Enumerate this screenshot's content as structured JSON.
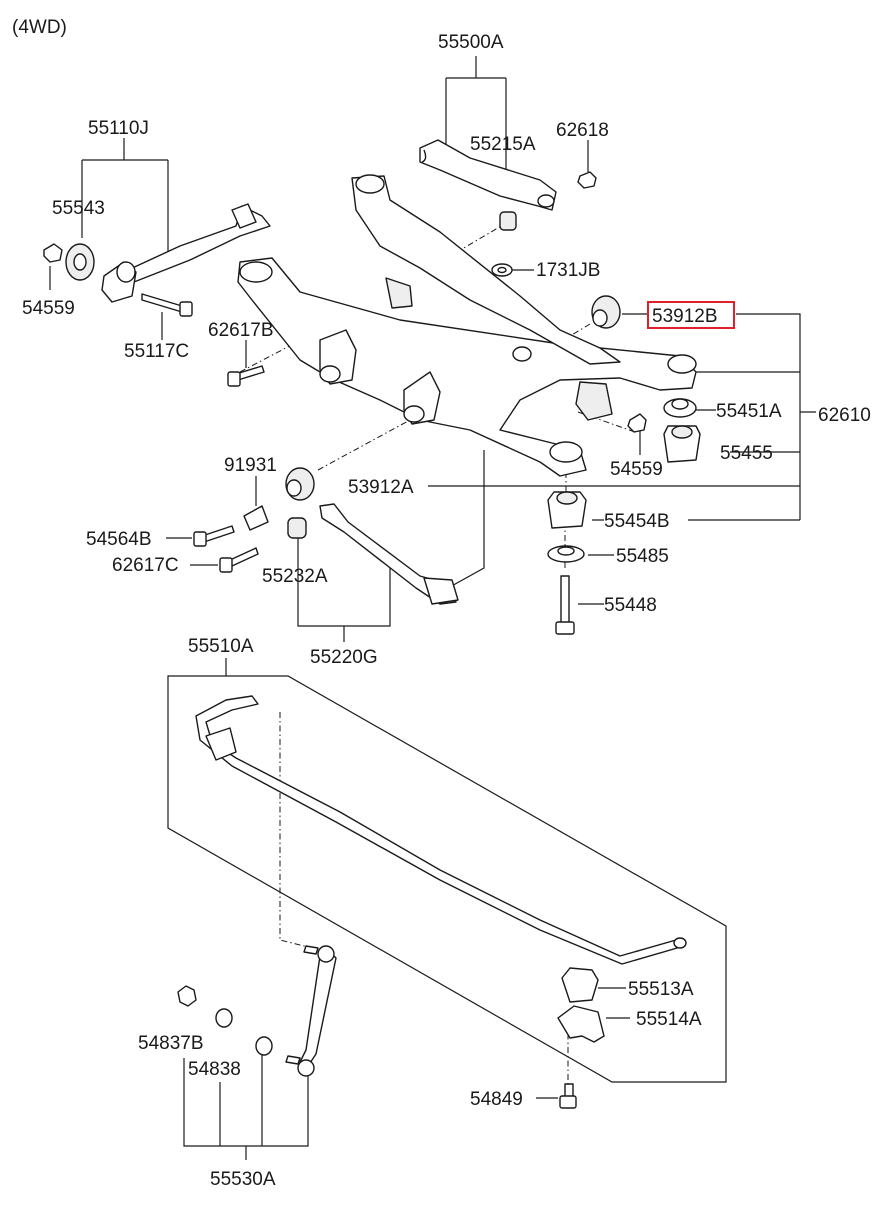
{
  "header": {
    "variant": "(4WD)"
  },
  "labels": {
    "p55500A": "55500A",
    "p55215A": "55215A",
    "p62618": "62618",
    "p55110J": "55110J",
    "p55543": "55543",
    "p54559_left": "54559",
    "p55117C": "55117C",
    "p1731JB": "1731JB",
    "p53912B": "53912B",
    "p62617B": "62617B",
    "p55451A": "55451A",
    "p62610": "62610",
    "p54559_right": "54559",
    "p55455": "55455",
    "p91931": "91931",
    "p53912A": "53912A",
    "p54564B": "54564B",
    "p55454B": "55454B",
    "p62617C": "62617C",
    "p55232A": "55232A",
    "p55485": "55485",
    "p55448": "55448",
    "p55220G": "55220G",
    "p55510A": "55510A",
    "p55513A": "55513A",
    "p55514A": "55514A",
    "p54837B": "54837B",
    "p54838": "54838",
    "p54849": "54849",
    "p55530A": "55530A"
  },
  "highlight": {
    "part": "53912B",
    "color": "#e0202a"
  }
}
